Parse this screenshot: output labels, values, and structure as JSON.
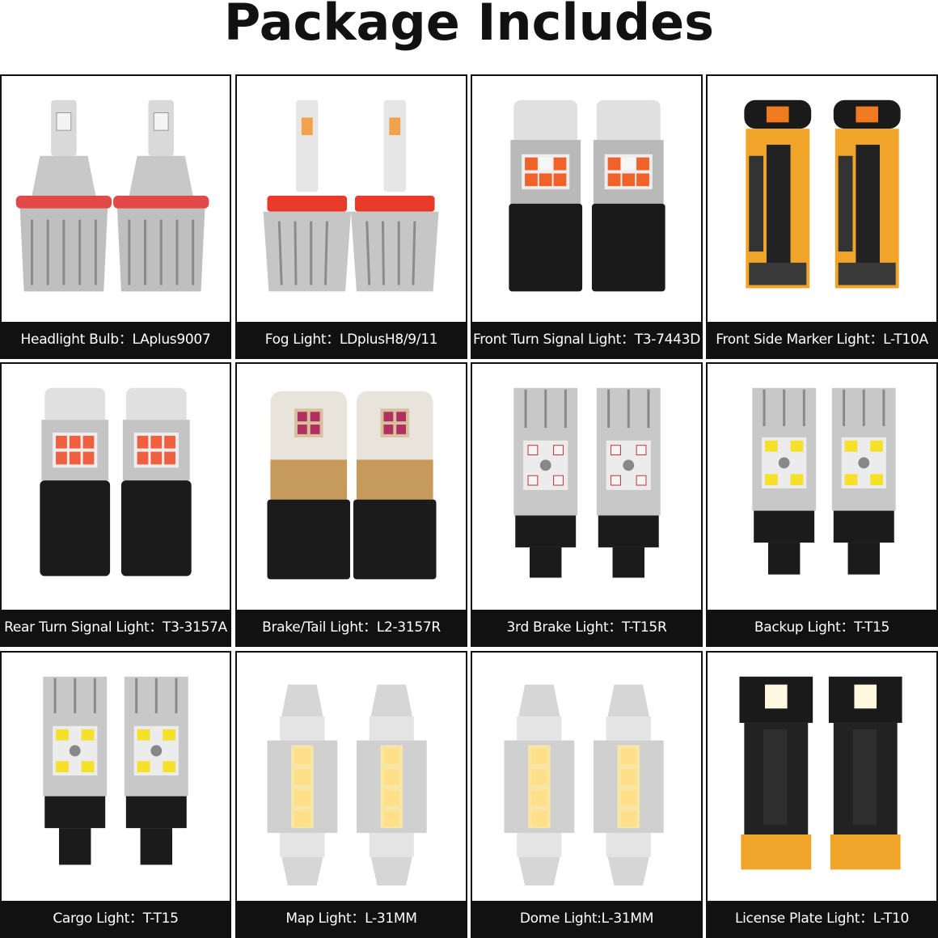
{
  "title": "Package Includes",
  "items": [
    {
      "label": "Headlight Bulb：LAplus9007",
      "icon": "headlight-bulb-icon"
    },
    {
      "label": "Fog Light：LDplusH8/9/11",
      "icon": "fog-light-bulb-icon"
    },
    {
      "label": "Front Turn Signal Light：T3-7443D",
      "icon": "turn-signal-bulb-icon"
    },
    {
      "label": "Front Side Marker Light：L-T10A",
      "icon": "t10-bulb-icon"
    },
    {
      "label": "Rear Turn Signal Light：T3-3157A",
      "icon": "turn-signal-bulb-icon"
    },
    {
      "label": "Brake/Tail Light：L2-3157R",
      "icon": "brake-light-bulb-icon"
    },
    {
      "label": "3rd Brake Light：T-T15R",
      "icon": "t15-bulb-icon"
    },
    {
      "label": "Backup Light：T-T15",
      "icon": "t15-bulb-icon"
    },
    {
      "label": "Cargo Light：T-T15",
      "icon": "t15-bulb-icon"
    },
    {
      "label": "Map Light：L-31MM",
      "icon": "festoon-bulb-icon"
    },
    {
      "label": "Dome Light:L-31MM",
      "icon": "festoon-bulb-icon"
    },
    {
      "label": "License Plate Light：L-T10",
      "icon": "t10-bulb-icon"
    }
  ]
}
